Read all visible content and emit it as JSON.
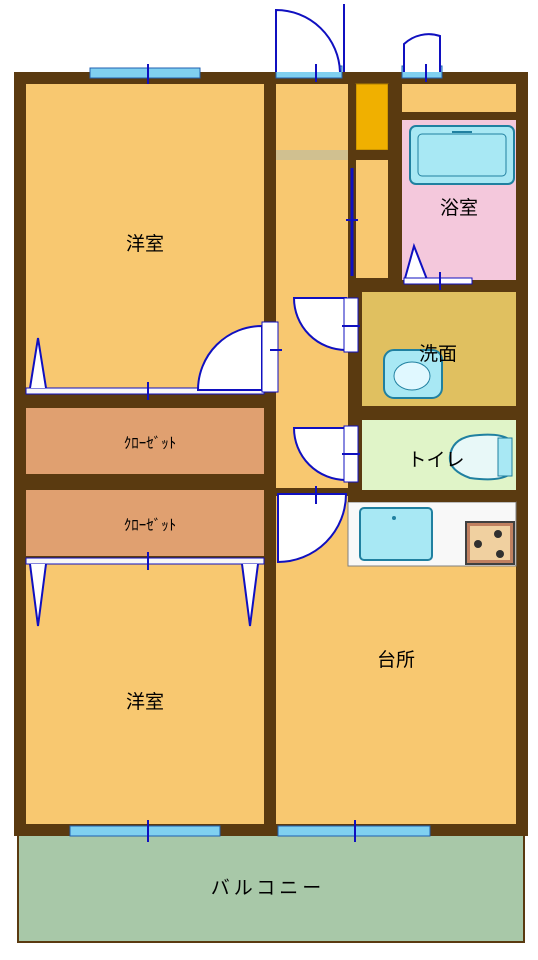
{
  "rooms": {
    "bedroom_top": "洋室",
    "closet_top": "ｸﾛｰｾﾞｯﾄ",
    "closet_bottom": "ｸﾛｰｾﾞｯﾄ",
    "bedroom_bottom": "洋室",
    "bath": "浴室",
    "washroom": "洗面",
    "toilet": "トイレ",
    "kitchen": "台所",
    "balcony": "バルコニー"
  },
  "colors": {
    "wall": "#5a3a10",
    "room": "#f8c870",
    "closet": "#e0a070",
    "bath": "#f4c8dc",
    "washroom": "#e0c060",
    "toilet": "#e0f4c8",
    "balcony": "#a8c8a8",
    "fixture": "#a8e8f4",
    "window": "#80d0f0",
    "door": "#1010c0",
    "storage": "#f0b000"
  }
}
